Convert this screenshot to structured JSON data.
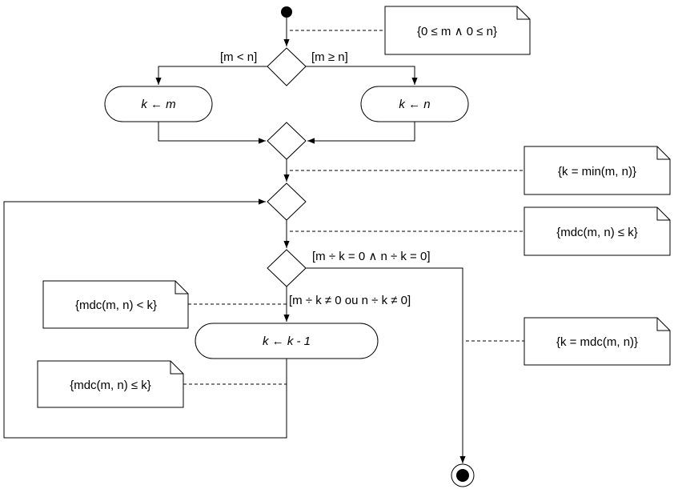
{
  "guards": {
    "m_lt_n": "[m < n]",
    "m_ge_n": "[m ≥ n]",
    "divides_both": "[m ÷ k = 0 ∧ n ÷ k = 0]",
    "not_divides": "[m ÷ k ≠ 0 ou n ÷ k ≠ 0]"
  },
  "actions": {
    "k_gets_m": "k ← m",
    "k_gets_n": "k ← n",
    "k_decrement": "k ← k - 1"
  },
  "notes": {
    "precondition": "{0 ≤ m ∧ 0 ≤ n}",
    "k_min": "{k = min(m, n)}",
    "mdc_le_k_loop": "{mdc(m, n) ≤ k}",
    "mdc_lt_k": "{mdc(m, n) < k}",
    "mdc_le_k_after": "{mdc(m, n) ≤ k}",
    "k_eq_mdc": "{k = mdc(m, n)}"
  }
}
